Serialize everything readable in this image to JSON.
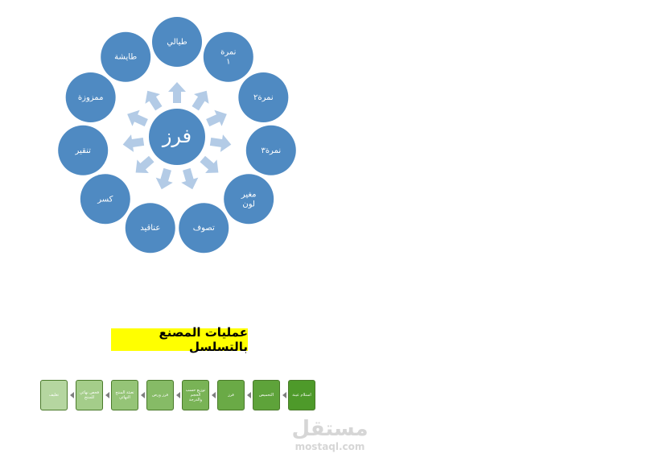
{
  "center": {
    "label": "فرز",
    "color": "#4f8ac2"
  },
  "nodes": [
    {
      "id": "n1",
      "label": "طيالي"
    },
    {
      "id": "n2",
      "label": "نمرة ١"
    },
    {
      "id": "n3",
      "label": "نمرة٢"
    },
    {
      "id": "n4",
      "label": "نمرة٣"
    },
    {
      "id": "n5",
      "label": "مغير لون"
    },
    {
      "id": "n6",
      "label": "تصوف"
    },
    {
      "id": "n7",
      "label": "عناقيد"
    },
    {
      "id": "n8",
      "label": "كسر"
    },
    {
      "id": "n9",
      "label": "تنقير"
    },
    {
      "id": "n10",
      "label": "ممزوزة"
    },
    {
      "id": "n11",
      "label": "طايشة"
    }
  ],
  "node_color": "#4f8ac2",
  "arrow_color": "#b3cbe6",
  "title": "عمليات المصنع بالتسلسل",
  "title_bg": "#ffff00",
  "flow_steps": [
    {
      "label": "استلام عينة"
    },
    {
      "label": "التحميص"
    },
    {
      "label": "فرز"
    },
    {
      "label": "توزيع حسب الحجم والدرجة"
    },
    {
      "label": "فرز ورص"
    },
    {
      "label": "تعبئة المنتج النهائي"
    },
    {
      "label": "فحص نهائي للمنتج"
    },
    {
      "label": "تغليف"
    }
  ],
  "flow_colors": [
    "#4e9a2a",
    "#5ea33a",
    "#6aaa46",
    "#79b356",
    "#86bb66",
    "#95c477",
    "#a4cd8a",
    "#b5d6a0"
  ],
  "watermark": {
    "arabic": "مستقل",
    "english": "mostaql.com"
  }
}
